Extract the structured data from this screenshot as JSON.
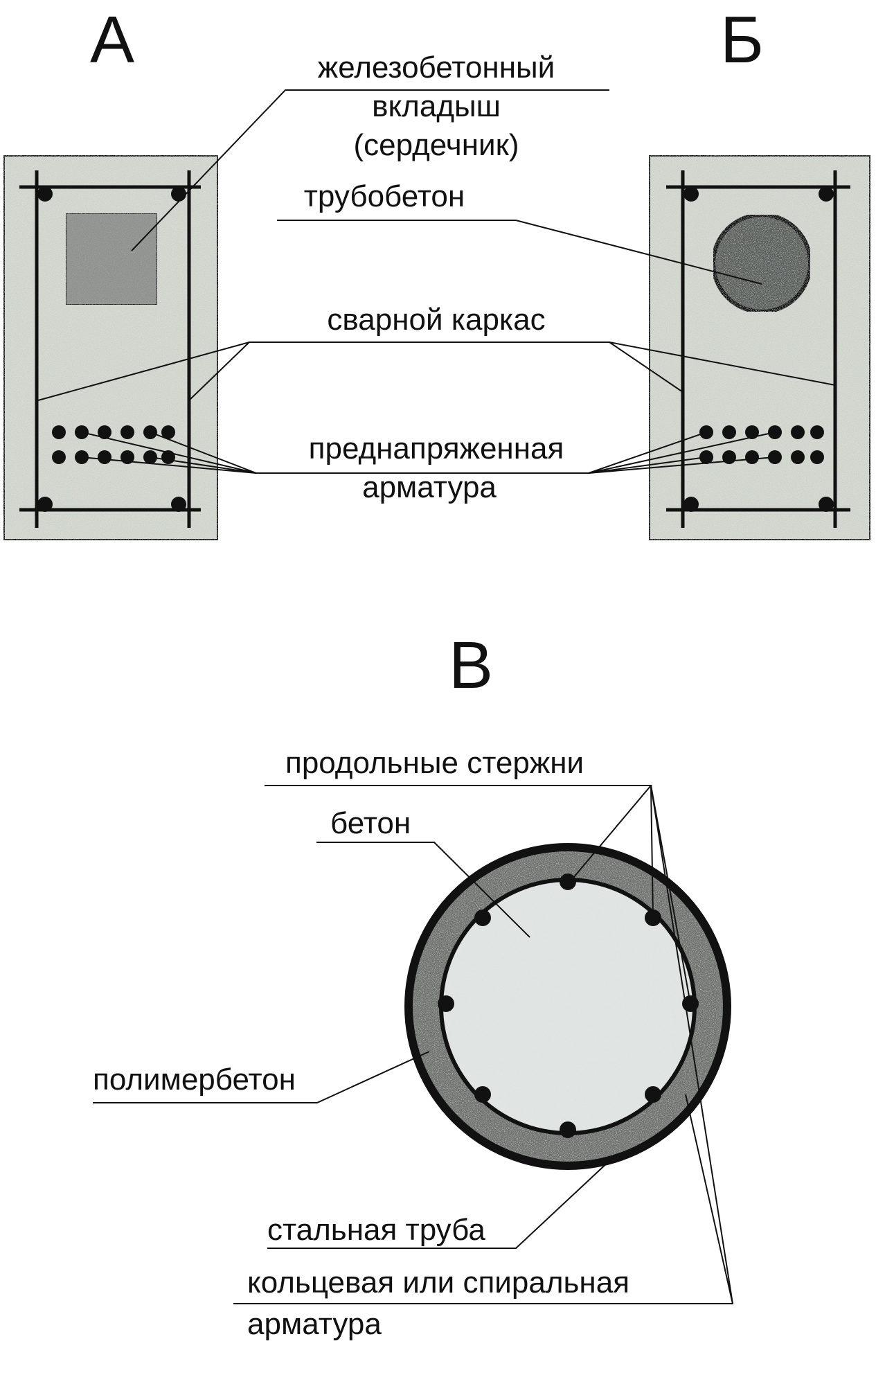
{
  "panels": {
    "a": {
      "letter": "А"
    },
    "b": {
      "letter": "Б"
    },
    "c": {
      "letter": "В"
    }
  },
  "labels": {
    "core_line1": "железобетонный",
    "core_line2": "вкладыш",
    "core_line3": "(сердечник)",
    "tube_concrete": "трубобетон",
    "welded_frame": "сварной каркас",
    "prestressed_line1": "преднапряженная",
    "prestressed_line2": "арматура",
    "longitudinal_bars": "продольные стержни",
    "concrete": "бетон",
    "polymer_concrete": "полимербетон",
    "steel_tube": "стальная труба",
    "hoop_line1": "кольцевая или спиральная",
    "hoop_line2": "арматура"
  },
  "colors": {
    "line": "#111111",
    "concrete_fill": "#d6dad3",
    "core_fill": "#8e918d",
    "tube_core_fill": "#5c605d",
    "polymer_ring": "#6f7370",
    "inner_concrete": "#dfe3e2",
    "steel_ring": "#111111"
  }
}
